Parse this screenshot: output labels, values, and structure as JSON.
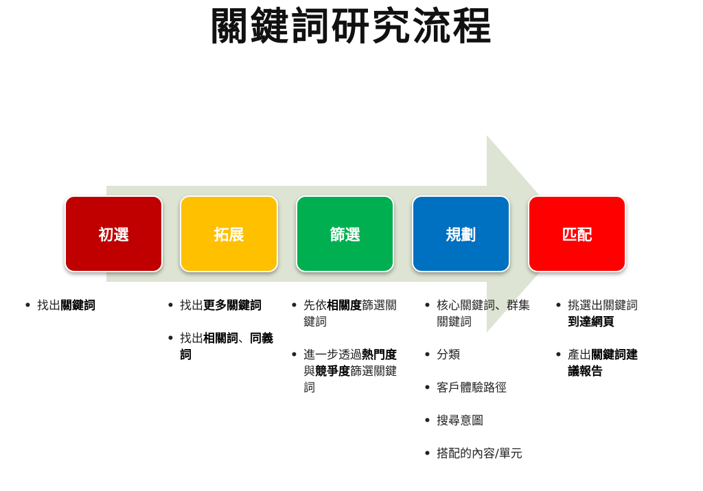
{
  "title": "關鍵詞研究流程",
  "colors": {
    "arrow": "#dee4d3",
    "stage1": "#c00000",
    "stage2": "#ffc000",
    "stage3": "#00b050",
    "stage4": "#0070c0",
    "stage5": "#ff0000"
  },
  "stages": [
    {
      "label": "初選",
      "items": [
        [
          {
            "t": "找出",
            "b": false
          },
          {
            "t": "關鍵詞",
            "b": true
          }
        ]
      ]
    },
    {
      "label": "拓展",
      "items": [
        [
          {
            "t": "找出",
            "b": false
          },
          {
            "t": "更多關鍵詞",
            "b": true
          }
        ],
        [
          {
            "t": "找出",
            "b": false
          },
          {
            "t": "相關詞",
            "b": true
          },
          {
            "t": "、",
            "b": false
          },
          {
            "t": "同義詞",
            "b": true
          }
        ]
      ]
    },
    {
      "label": "篩選",
      "items": [
        [
          {
            "t": "先依",
            "b": false
          },
          {
            "t": "相關度",
            "b": true
          },
          {
            "t": "篩選關鍵詞",
            "b": false
          }
        ],
        [
          {
            "t": "進一步透過",
            "b": false
          },
          {
            "t": "熱門度",
            "b": true
          },
          {
            "t": "與",
            "b": false
          },
          {
            "t": "競爭度",
            "b": true
          },
          {
            "t": "篩選關鍵詞",
            "b": false
          }
        ]
      ]
    },
    {
      "label": "規劃",
      "items": [
        [
          {
            "t": "核心關鍵詞、群集關鍵詞",
            "b": false
          }
        ],
        [
          {
            "t": "分類",
            "b": false
          }
        ],
        [
          {
            "t": "客戶體驗路徑",
            "b": false
          }
        ],
        [
          {
            "t": "搜尋意圖",
            "b": false
          }
        ],
        [
          {
            "t": "搭配的內容/單元",
            "b": false
          }
        ]
      ]
    },
    {
      "label": "匹配",
      "items": [
        [
          {
            "t": "挑選出關鍵詞",
            "b": false
          },
          {
            "t": "到達網頁",
            "b": true
          }
        ],
        [
          {
            "t": "產出",
            "b": false
          },
          {
            "t": "關鍵詞建議報告",
            "b": true
          }
        ]
      ]
    }
  ]
}
